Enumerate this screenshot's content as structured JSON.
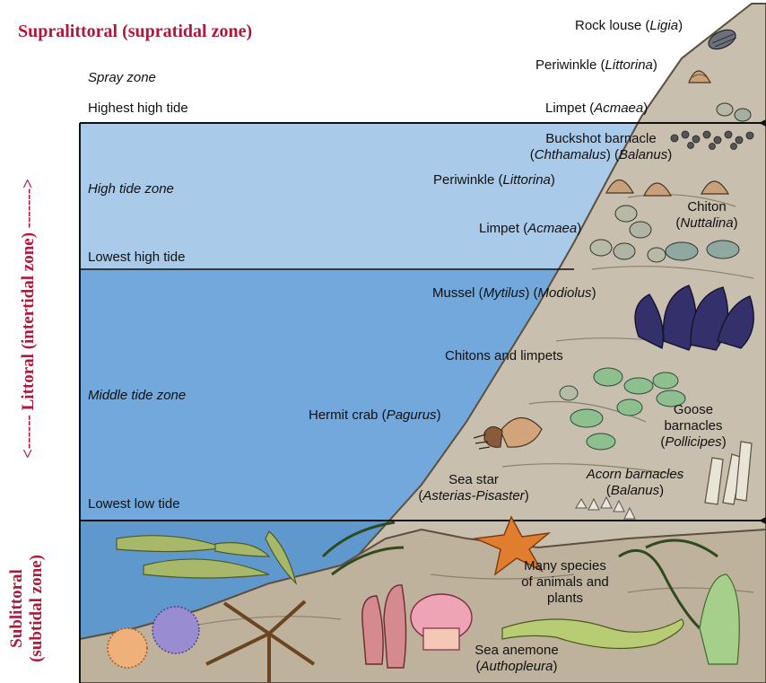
{
  "zones": {
    "supralittoral": "Supralittoral (supratidal zone)",
    "littoral": "<------ Littoral (intertidal zone) ------->",
    "sublittoral_line1": "Sublittoral",
    "sublittoral_line2": "(subtidal zone)"
  },
  "levels": {
    "spray_zone": "Spray zone",
    "highest_high_tide": "Highest high tide",
    "high_tide_zone": "High tide zone",
    "lowest_high_tide": "Lowest high tide",
    "middle_tide_zone": "Middle tide zone",
    "lowest_low_tide": "Lowest low tide"
  },
  "organisms": {
    "rock_louse": {
      "common": "Rock louse (",
      "genus": "Ligia",
      "close": ")"
    },
    "periwinkle_top": {
      "common": "Periwinkle (",
      "genus": "Littorina",
      "close": ")"
    },
    "limpet_top": {
      "common": "Limpet (",
      "genus": "Acmaea",
      "close": ")"
    },
    "buckshot_barnacle": {
      "line1": "Buckshot barnacle",
      "open": "(",
      "genus1": "Chthamalus",
      "mid": ") (",
      "genus2": "Balanus",
      "close": ")"
    },
    "periwinkle_mid": {
      "common": "Periwinkle (",
      "genus": "Littorina",
      "close": ")"
    },
    "chiton": {
      "line1": "Chiton",
      "open": "(",
      "genus": "Nuttalina",
      "close": ")"
    },
    "limpet_mid": {
      "common": "Limpet (",
      "genus": "Acmaea",
      "close": ")"
    },
    "mussel": {
      "common": "Mussel (",
      "genus1": "Mytilus",
      "mid": ") (",
      "genus2": "Modiolus",
      "close": ")"
    },
    "chitons_limpets": "Chitons and limpets",
    "hermit_crab": {
      "common": "Hermit crab (",
      "genus": "Pagurus",
      "close": ")"
    },
    "goose_barnacles": {
      "line1": "Goose",
      "line2": "barnacles",
      "open": "(",
      "genus": "Pollicipes",
      "close": ")"
    },
    "acorn_barnacles": {
      "line1": "Acorn barnacles",
      "open": "(",
      "genus": "Balanus",
      "close": ")"
    },
    "sea_star": {
      "line1": "Sea star",
      "open": "(",
      "genus": "Asterias-Pisaster",
      "close": ")"
    },
    "many_species": {
      "line1": "Many species",
      "line2": "of animals and",
      "line3": "plants"
    },
    "sea_anemone": {
      "line1": "Sea anemone",
      "open": "(",
      "genus": "Authopleura",
      "close": ")"
    }
  },
  "colors": {
    "zone_title": "#b0173a",
    "high_tide_water": "#a9cbe9",
    "middle_tide_water": "#72a8dc",
    "subtidal_water": "#5f98cc",
    "rock": "#c9bfae"
  }
}
